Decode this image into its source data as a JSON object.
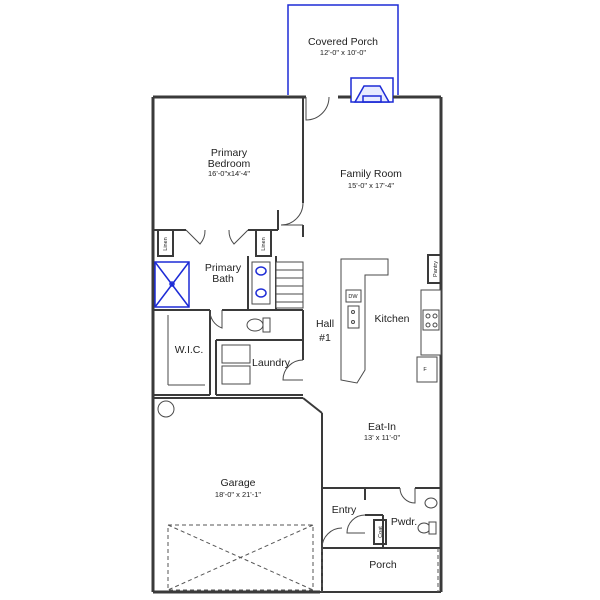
{
  "rooms": {
    "covered_porch": {
      "name": "Covered Porch",
      "dims": "12'-0\" x 10'-0\""
    },
    "primary_bedroom": {
      "name_line1": "Primary",
      "name_line2": "Bedroom",
      "dims": "16'-0\"x14'-4\""
    },
    "family_room": {
      "name": "Family Room",
      "dims": "15'-0\" x 17'-4\""
    },
    "primary_bath": {
      "name_line1": "Primary",
      "name_line2": "Bath"
    },
    "hall": {
      "name_line1": "Hall",
      "name_line2": "#1"
    },
    "kitchen": {
      "name": "Kitchen"
    },
    "wic": {
      "name": "W.I.C."
    },
    "laundry": {
      "name": "Laundry"
    },
    "eat_in": {
      "name": "Eat-In",
      "dims": "13' x 11'-0\""
    },
    "garage": {
      "name": "Garage",
      "dims": "18'-0\" x 21'-1\""
    },
    "entry": {
      "name": "Entry"
    },
    "powder": {
      "name": "Pwdr."
    },
    "porch": {
      "name": "Porch"
    }
  },
  "small_labels": {
    "linen_left": "Linen",
    "linen_right": "Linen",
    "pantry": "Pantry",
    "dishwasher": "DW",
    "coat": "Coat",
    "fridge": "F"
  },
  "colors": {
    "wall": "#3a3a3a",
    "accent_blue": "#1d2bd6",
    "background": "#ffffff"
  }
}
